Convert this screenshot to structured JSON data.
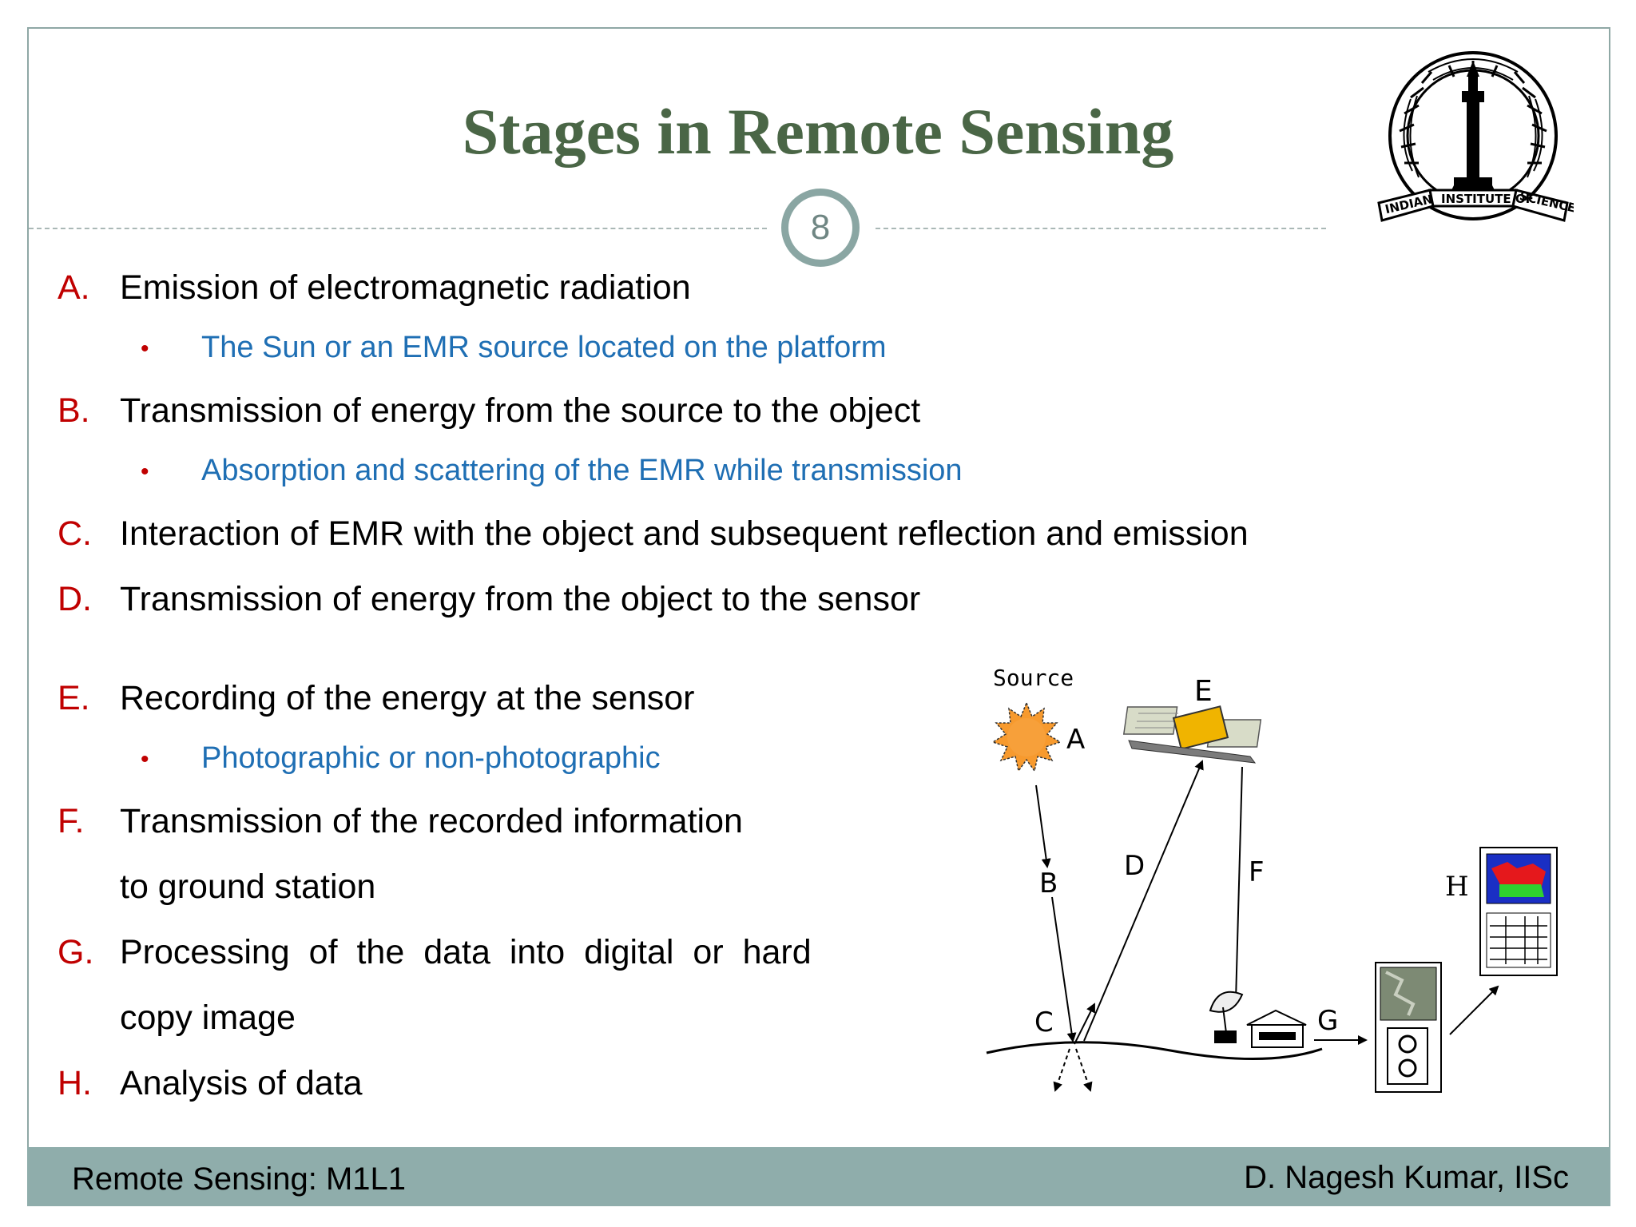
{
  "slide": {
    "title": "Stages in Remote Sensing",
    "page_number": "8"
  },
  "logo": {
    "icon": "iisc-emblem-icon",
    "text_parts": [
      "INDIAN",
      "INSTITUTE OF",
      "SCIENCE"
    ]
  },
  "stages": [
    {
      "letter": "A.",
      "text": "Emission of electromagnetic radiation",
      "sub": "The Sun or an EMR source located on the platform"
    },
    {
      "letter": "B.",
      "text": "Transmission of energy from the source to the object",
      "sub": "Absorption and scattering of the EMR while transmission"
    },
    {
      "letter": "C.",
      "text": "Interaction of EMR with the object and subsequent reflection and emission"
    },
    {
      "letter": "D.",
      "text": "Transmission of energy from the object to the sensor"
    },
    {
      "letter": "E.",
      "text": "Recording of the energy at the sensor",
      "sub": "Photographic or non-photographic"
    },
    {
      "letter": "F.",
      "text": "Transmission of the recorded information",
      "continuation": "to ground station"
    },
    {
      "letter": "G.",
      "text": "Processing of the data into digital or hard",
      "continuation": "copy image"
    },
    {
      "letter": "H.",
      "text": "Analysis of data"
    }
  ],
  "diagram": {
    "source_label": "Source",
    "labels": {
      "A": "A",
      "B": "B",
      "C": "C",
      "D": "D",
      "E": "E",
      "F": "F",
      "G": "G",
      "H": "H"
    }
  },
  "footer": {
    "left": "Remote Sensing: M1L1",
    "right": "D. Nagesh Kumar, IISc"
  },
  "colors": {
    "title": "#4a6646",
    "letter": "#c00000",
    "subitem": "#1f6fb4",
    "footer_bar": "#8fadab",
    "frame": "#8fa8a5"
  }
}
